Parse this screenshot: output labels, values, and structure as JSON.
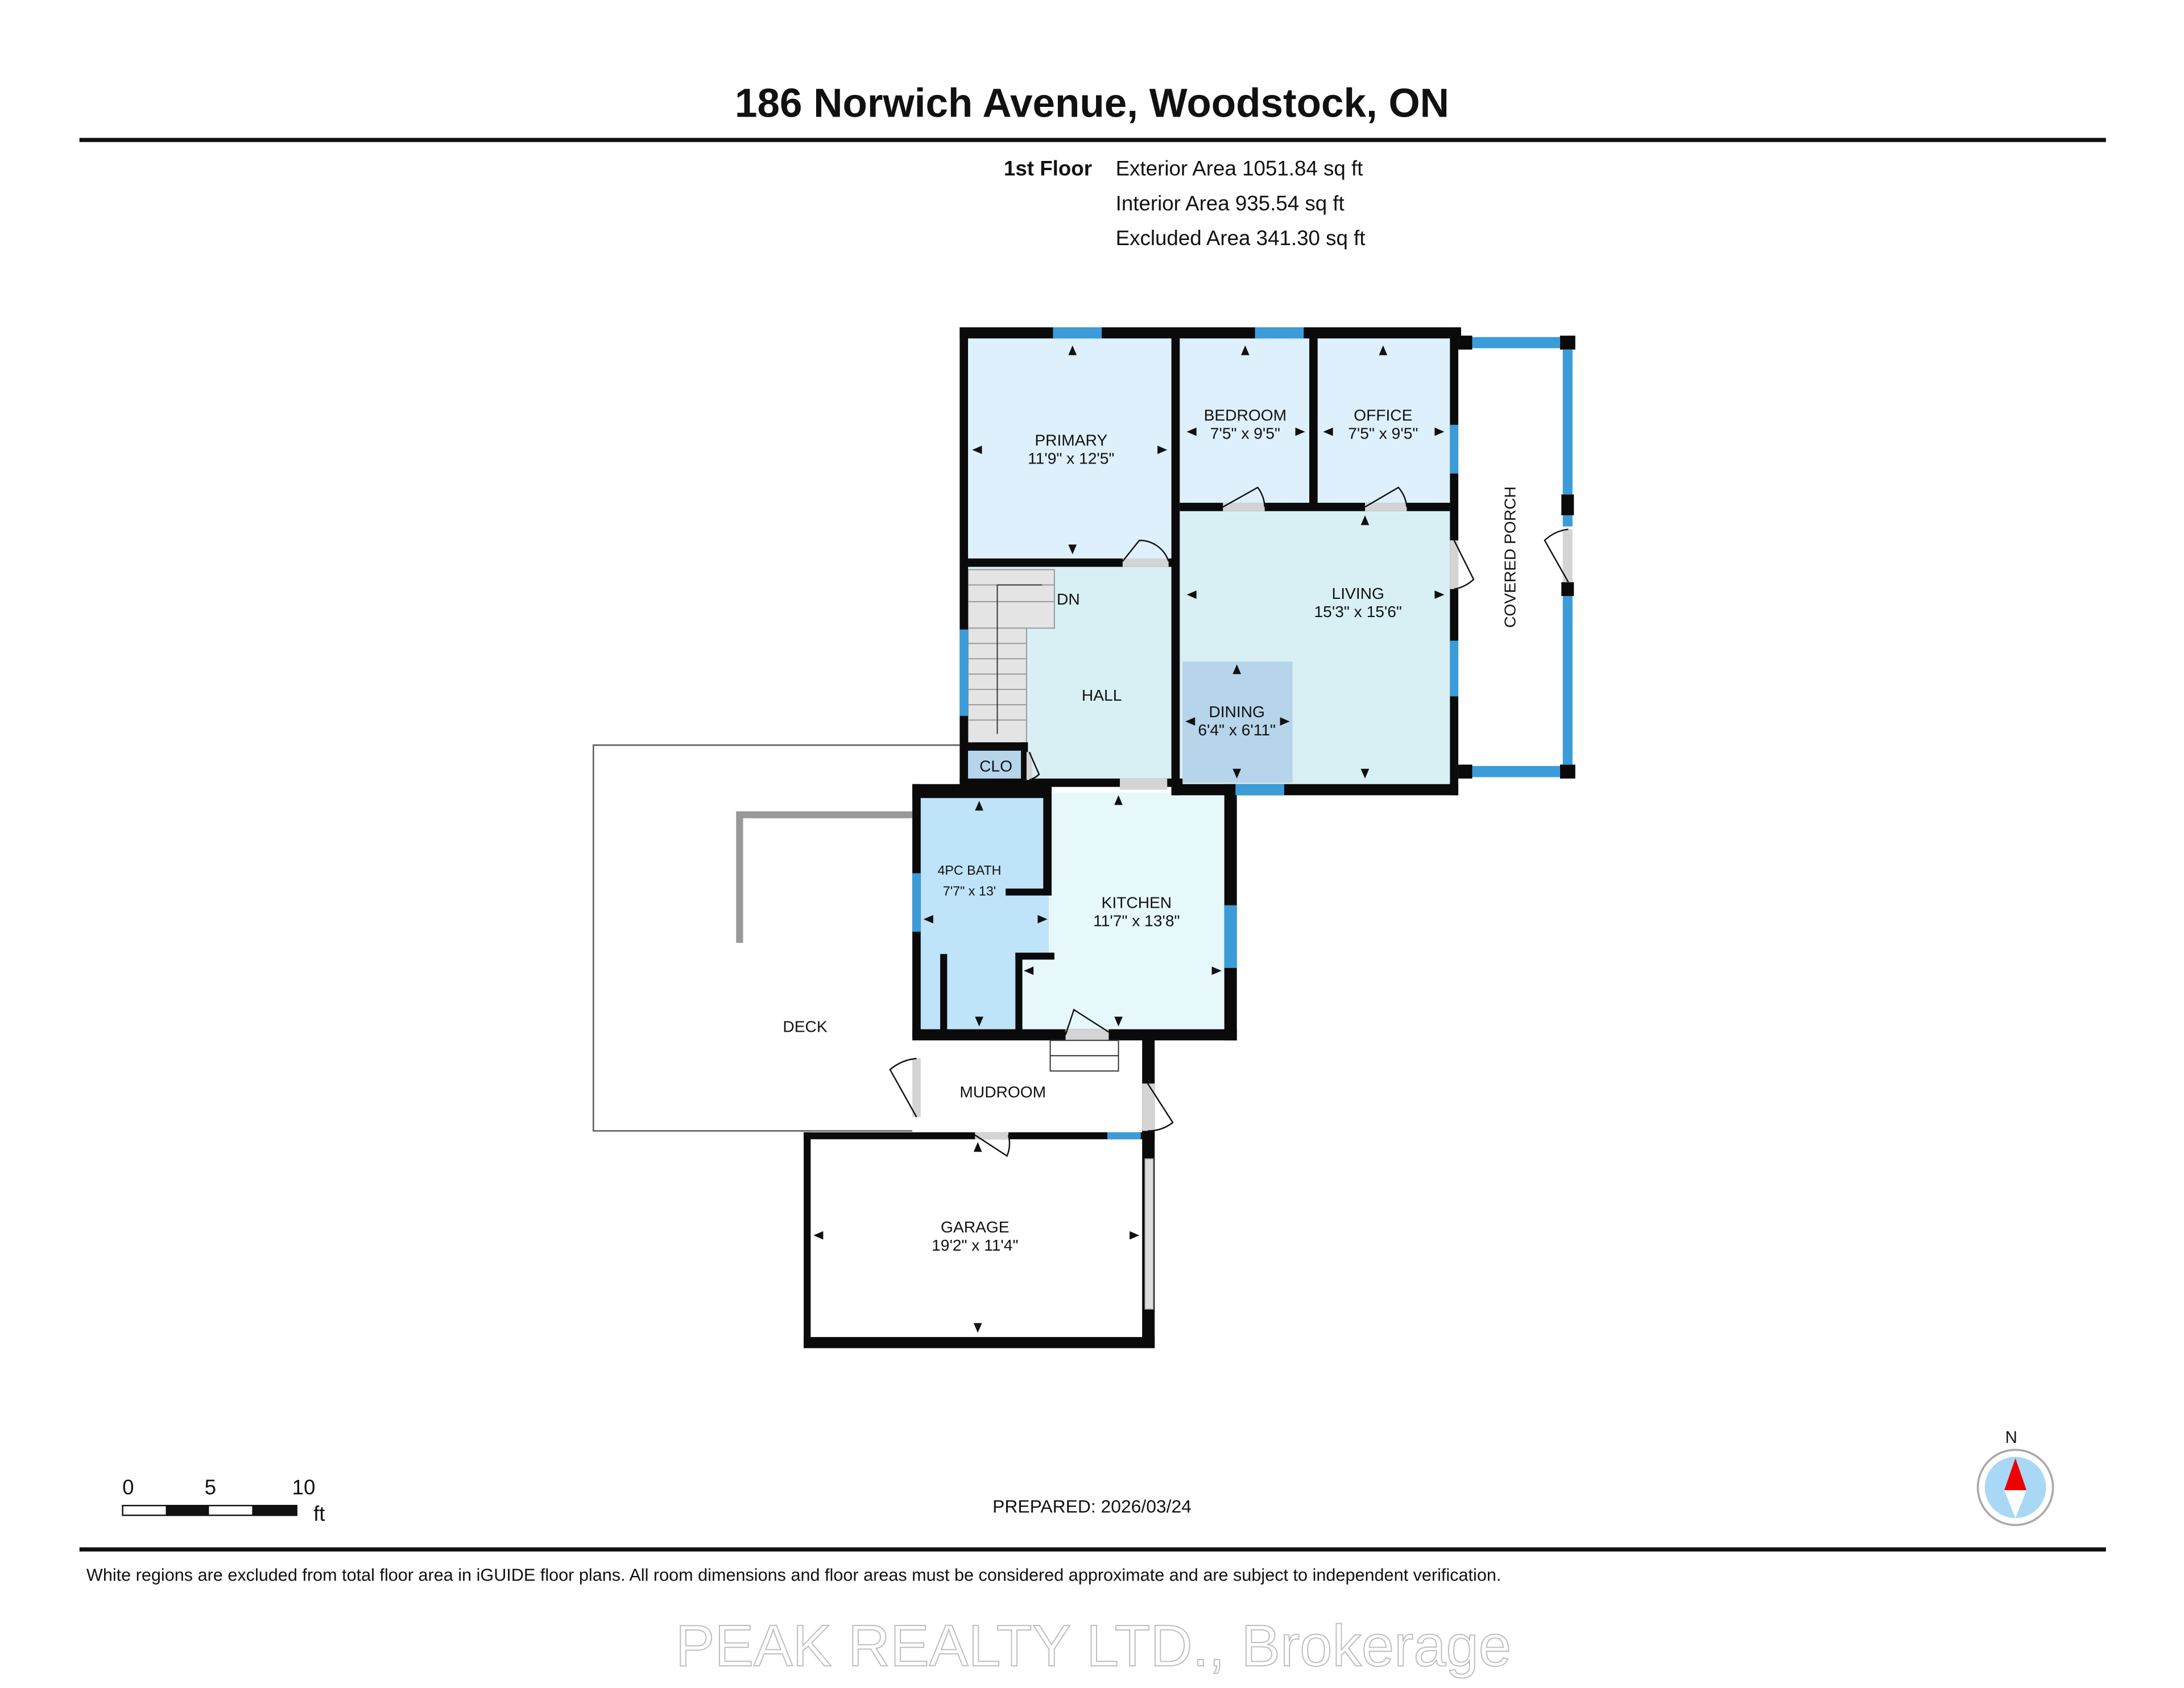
{
  "title": "186 Norwich Avenue, Woodstock, ON",
  "floor_info": {
    "floor_label": "1st Floor",
    "exterior_area": "Exterior Area 1051.84 sq ft",
    "interior_area": "Interior Area 935.54 sq ft",
    "excluded_area": "Excluded Area 341.30 sq ft"
  },
  "rooms": {
    "primary": {
      "name": "PRIMARY",
      "dims": "11'9\" x 12'5\""
    },
    "bedroom": {
      "name": "BEDROOM",
      "dims": "7'5\" x 9'5\""
    },
    "office": {
      "name": "OFFICE",
      "dims": "7'5\" x 9'5\""
    },
    "living": {
      "name": "LIVING",
      "dims": "15'3\" x 15'6\""
    },
    "dining": {
      "name": "DINING",
      "dims": "6'4\" x 6'11\""
    },
    "hall": {
      "name": "HALL"
    },
    "stairs": {
      "name": "DN"
    },
    "closet": {
      "name": "CLO"
    },
    "porch": {
      "name": "COVERED PORCH"
    },
    "bath": {
      "name": "4PC BATH",
      "dims": "7'7\" x 13'"
    },
    "kitchen": {
      "name": "KITCHEN",
      "dims": "11'7\" x 13'8\""
    },
    "deck": {
      "name": "DECK"
    },
    "mudroom": {
      "name": "MUDROOM"
    },
    "garage": {
      "name": "GARAGE",
      "dims": "19'2\" x 11'4\""
    }
  },
  "colors": {
    "bedrooms": "#ddf0fb",
    "living": "#d8f0f4",
    "bath": "#bfe3f8",
    "kitchen": "#e6f8fa",
    "dining": "#b6d4ea",
    "window": "#3b9cd9",
    "wall": "#0a0a0a"
  },
  "scale_bar": {
    "ticks": [
      "0",
      "5",
      "10"
    ],
    "unit": "ft"
  },
  "prepared": "PREPARED: 2026/03/24",
  "compass": {
    "label": "N",
    "icon": "north-compass-icon"
  },
  "disclaimer": "White regions are excluded from total floor area in iGUIDE floor plans. All room dimensions and floor areas must be considered approximate and are subject to independent verification.",
  "watermark": "PEAK REALTY LTD., Brokerage"
}
